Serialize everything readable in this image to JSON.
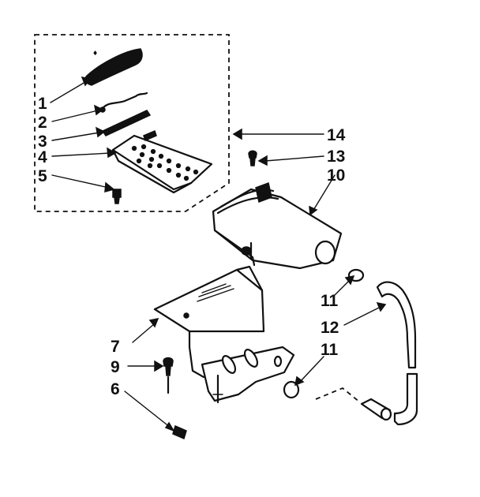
{
  "callouts": {
    "c1": "1",
    "c2": "2",
    "c3": "3",
    "c4": "4",
    "c5": "5",
    "c6": "6",
    "c7": "7",
    "c9": "9",
    "c10": "10",
    "c11a": "11",
    "c11b": "11",
    "c12": "12",
    "c13": "13",
    "c14": "14"
  },
  "logo_mark": "♦"
}
